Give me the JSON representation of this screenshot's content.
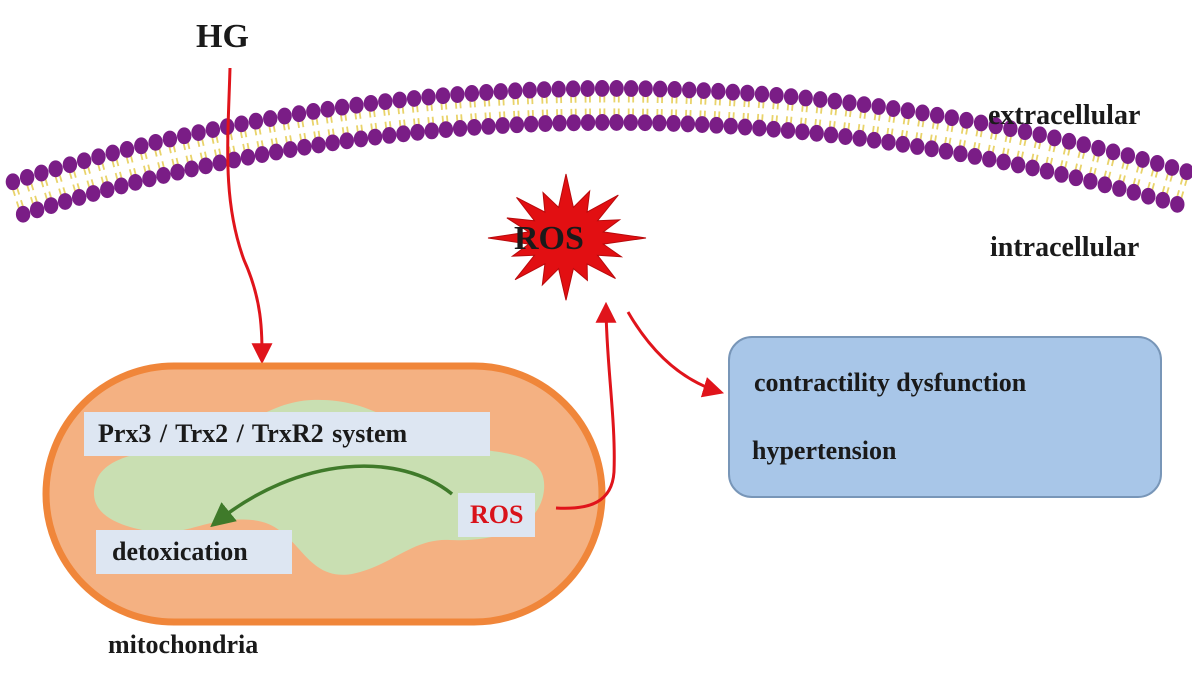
{
  "labels": {
    "hg": "HG",
    "extracellular": "extracellular",
    "intracellular": "intracellular",
    "ros_star": "ROS",
    "ros_mito": "ROS",
    "prx_system": "Prx3 / Trx2  / TrxR2  system",
    "detoxication": "detoxication",
    "mitochondria": "mitochondria"
  },
  "outcomes": {
    "line1": "contractility  dysfunction",
    "line2": "hypertension"
  },
  "colors": {
    "membrane_head": "#7a1d86",
    "membrane_tail": "#e9d36a",
    "mito_outer": "#f0863a",
    "mito_fill": "#f4b182",
    "mito_inner": "#c9dfb2",
    "arrow_red": "#e0141b",
    "arrow_green": "#3f7a2a",
    "ros_star": "#e20f12",
    "label_box": "#dde6f2",
    "outcome_box": "#a8c6e8",
    "ros_text": "#d9121a"
  }
}
